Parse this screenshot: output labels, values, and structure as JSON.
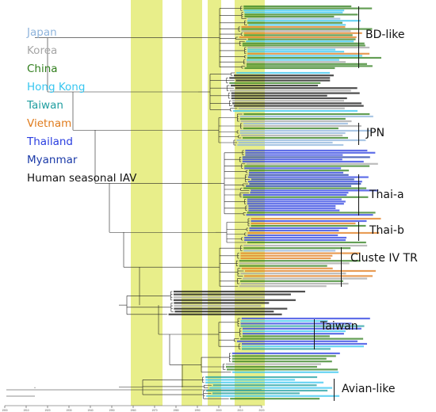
{
  "legend": [
    {
      "label": "Japan",
      "color": "#8fb4dc"
    },
    {
      "label": "Korea",
      "color": "#a6a6a6"
    },
    {
      "label": "China",
      "color": "#2f7d1b"
    },
    {
      "label": "Hong Kong",
      "color": "#37c6f0"
    },
    {
      "label": "Taiwan",
      "color": "#1f9ea0"
    },
    {
      "label": "Vietnam",
      "color": "#e07b1c"
    },
    {
      "label": "Thailand",
      "color": "#2a3ee0"
    },
    {
      "label": "Myanmar",
      "color": "#1b3aa8"
    },
    {
      "label": "Human seasonal IAV",
      "color": "#111111"
    }
  ],
  "clades": [
    {
      "label": "BD-like"
    },
    {
      "label": "JPN"
    },
    {
      "label": "Thai-a"
    },
    {
      "label": "Thai-b"
    },
    {
      "label": "Cluste IV TR"
    },
    {
      "label": "Taiwan"
    },
    {
      "label": "Avian-like"
    }
  ],
  "highlight_color": "#e8ee8a",
  "tip_palette": [
    "#8fb4dc",
    "#a6a6a6",
    "#2f7d1b",
    "#37c6f0",
    "#1f9ea0",
    "#e07b1c",
    "#2a3ee0",
    "#1b3aa8",
    "#111111"
  ],
  "axis_ticks": [
    "1900",
    "1910",
    "1920",
    "1930",
    "1940",
    "1950",
    "1960",
    "1970",
    "1980",
    "1990",
    "2000",
    "2010",
    "2020"
  ]
}
